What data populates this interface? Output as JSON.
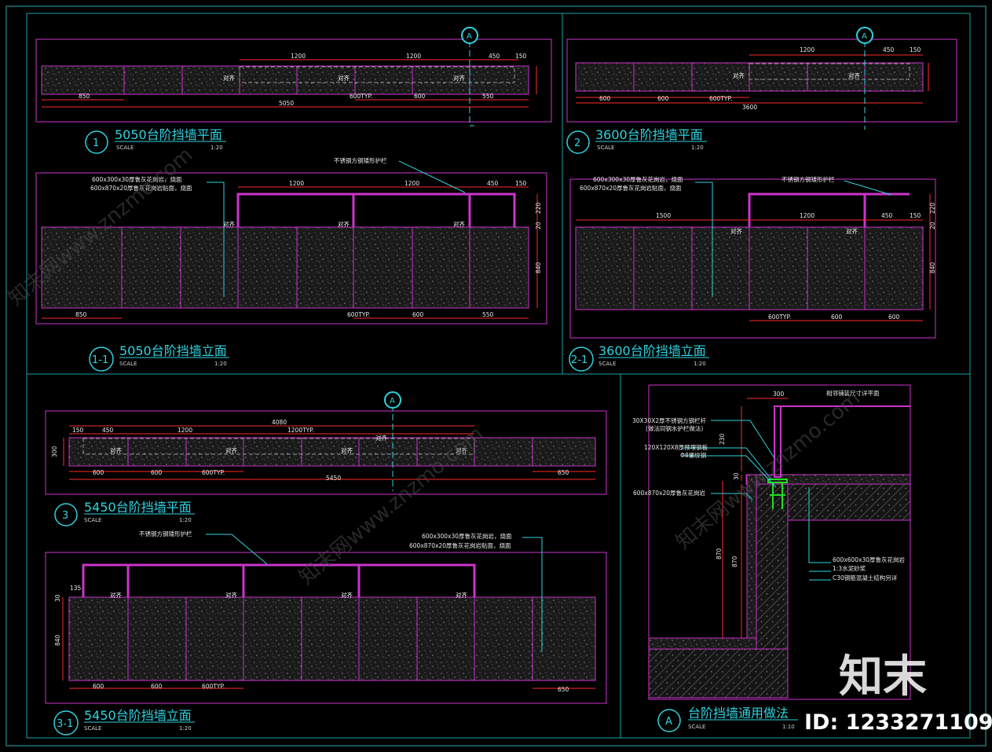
{
  "colors": {
    "frame": "#18a0a8",
    "outline": "#cc33cc",
    "dim": "#ff2a2a",
    "cyan": "#2fd3e0",
    "fill": "#1c1c1c",
    "green": "#22dd22"
  },
  "labels": {
    "dir_tag": "对齐",
    "scale_word": "SCALE",
    "typ_600": "600TYP.",
    "typ_1200": "1200TYP.",
    "railing_note": "不锈钢方钢矮形护栏",
    "cap_note": "600x300x30厚鲁灰花岗岩，烧面",
    "face_note": "600x870x20厚鲁灰花岗岩贴面，烧面",
    "section_mark": "A"
  },
  "views": [
    {
      "num": "1",
      "title": "5050台阶挡墙平面",
      "scale": "1:20"
    },
    {
      "num": "2",
      "title": "3600台阶挡墙平面",
      "scale": "1:20"
    },
    {
      "num": "1-1",
      "title": "5050台阶挡墙立面",
      "scale": "1:20"
    },
    {
      "num": "2-1",
      "title": "3600台阶挡墙立面",
      "scale": "1:20"
    },
    {
      "num": "3",
      "title": "5450台阶挡墙平面",
      "scale": "1:20"
    },
    {
      "num": "3-1",
      "title": "5450台阶挡墙立面",
      "scale": "1:20"
    },
    {
      "num": "A",
      "title": "台阶挡墙通用做法",
      "scale": "1:10"
    }
  ],
  "dims": {
    "d1200": "1200",
    "d450": "450",
    "d150": "150",
    "d850": "850",
    "d5050": "5050",
    "d600": "600",
    "d550": "550",
    "d300": "300",
    "d3600": "3600",
    "d220": "220",
    "d20": "20",
    "d840": "840",
    "d1500": "1500",
    "d4080": "4080",
    "d5450": "5450",
    "d650": "650",
    "d135": "135",
    "d870": "870",
    "d230": "230",
    "d30": "30"
  },
  "detail_notes": {
    "n1": "30X30X2厚不锈钢方钢栏杆",
    "n2": "(做法同钢水护栏做法)",
    "n3": "120X120X8厚预埋钢板",
    "n4": "Φ8螺纹钢",
    "n5": "600x870x20厚鲁灰花岗岩",
    "n6": "600x600x30厚鲁灰花岗岩",
    "n7": "1:3水泥砂浆",
    "n8": "C30钢筋混凝土结构另详",
    "n9": "相邻铺装尺寸详平面"
  },
  "watermark": {
    "logo": "知末",
    "id": "ID: 1233271109",
    "faint": "知末网www.znzmo.com"
  }
}
